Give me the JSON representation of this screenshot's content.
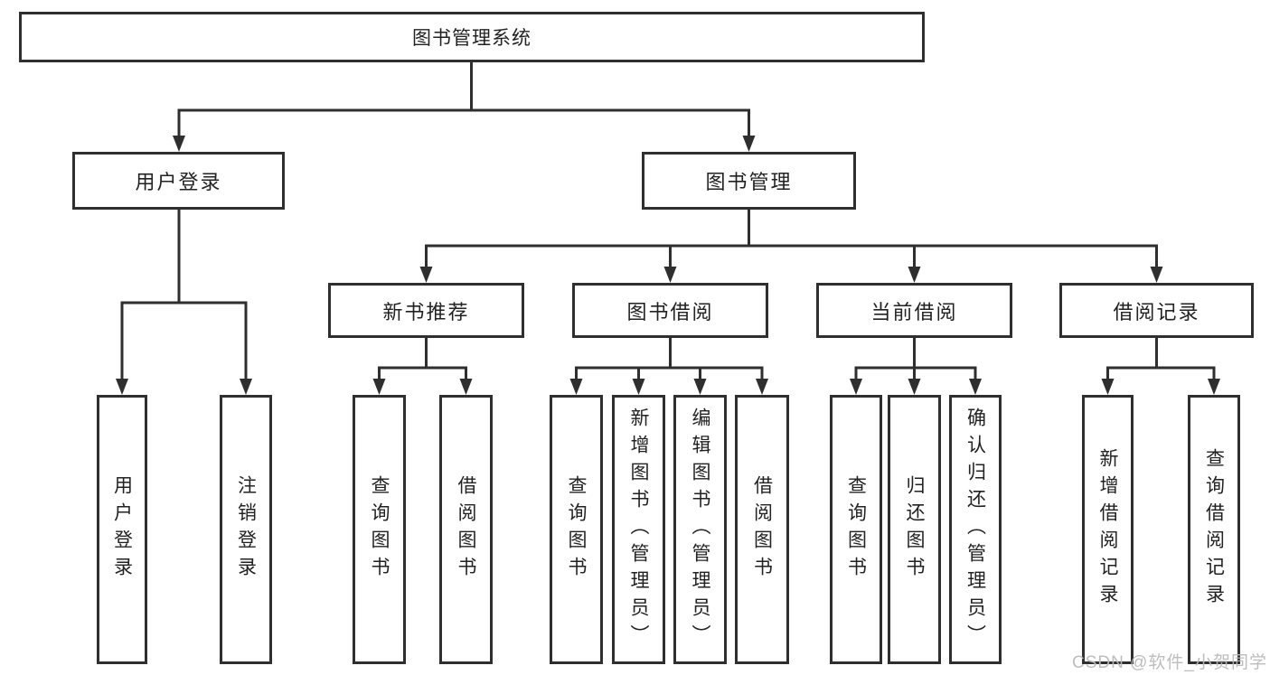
{
  "tree": {
    "root": {
      "label": "图书管理系统"
    },
    "branches": [
      {
        "label": "用户登录",
        "children": [
          {
            "label": "用户登录"
          },
          {
            "label": "注销登录"
          }
        ]
      },
      {
        "label": "图书管理",
        "children": [
          {
            "label": "新书推荐",
            "children": [
              {
                "label": "查询图书"
              },
              {
                "label": "借阅图书"
              }
            ]
          },
          {
            "label": "图书借阅",
            "children": [
              {
                "label": "查询图书"
              },
              {
                "label": "新增图书（管理员）"
              },
              {
                "label": "编辑图书（管理员）"
              },
              {
                "label": "借阅图书"
              }
            ]
          },
          {
            "label": "当前借阅",
            "children": [
              {
                "label": "查询图书"
              },
              {
                "label": "归还图书"
              },
              {
                "label": "确认归还（管理员）"
              }
            ]
          },
          {
            "label": "借阅记录",
            "children": [
              {
                "label": "新增借阅记录"
              },
              {
                "label": "查询借阅记录"
              }
            ]
          }
        ]
      }
    ]
  },
  "watermark": {
    "text": "CSDN @软件_小贺同学"
  },
  "colors": {
    "line": "#2f2f2f",
    "text": "#222222",
    "background": "#ffffff",
    "watermark": "#b9b9b9"
  }
}
